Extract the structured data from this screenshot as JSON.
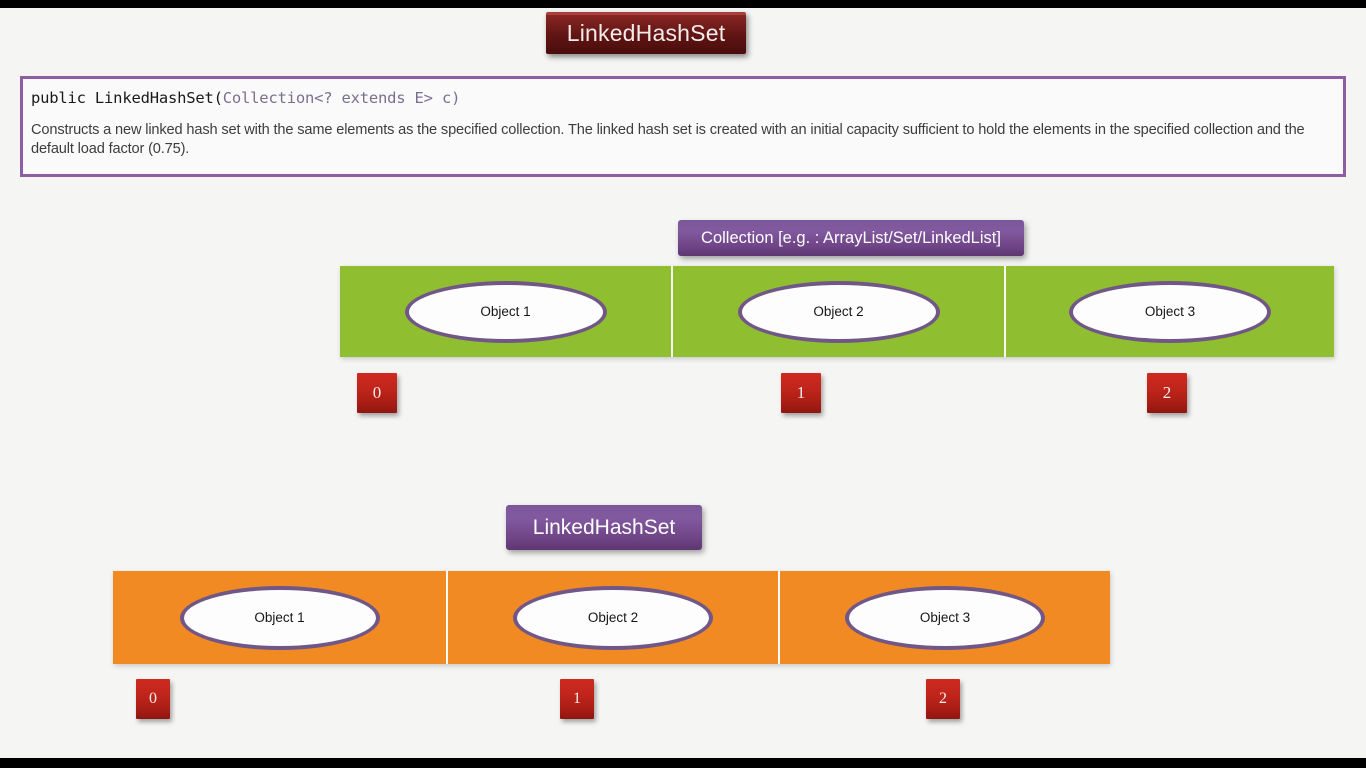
{
  "slide": {
    "background_color": "#f5f5f4",
    "letterbox_color": "#000000"
  },
  "title": {
    "label": "LinkedHashSet",
    "badge_color": "#5e1412",
    "text_color": "#f2eceb"
  },
  "code_box": {
    "border_color": "#8e5ea2",
    "signature_prefix": "public LinkedHashSet(",
    "signature_generic": "Collection<? extends E> c)",
    "signature_full": "public LinkedHashSet(Collection<? extends E> c)",
    "generic_color": "#7b6f8f",
    "description": "Constructs a new linked hash set with the same elements as the specified collection. The linked hash set is created with an initial capacity sufficient to hold the elements in the specified collection and the default load factor (0.75)."
  },
  "collection_section": {
    "label": "Collection [e.g. : ArrayList/Set/LinkedList]",
    "badge_color": "#7b5897",
    "strip_color": "#8fbe30",
    "oval_border_color": "#715787",
    "cells": [
      {
        "object_label": "Object 1",
        "index": "0"
      },
      {
        "object_label": "Object 2",
        "index": "1"
      },
      {
        "object_label": "Object 3",
        "index": "2"
      }
    ]
  },
  "linkedhashset_section": {
    "label": "LinkedHashSet",
    "badge_color": "#7b5897",
    "strip_color": "#f18a23",
    "oval_border_color": "#715787",
    "cells": [
      {
        "object_label": "Object 1",
        "index": "0"
      },
      {
        "object_label": "Object 2",
        "index": "1"
      },
      {
        "object_label": "Object 3",
        "index": "2"
      }
    ]
  },
  "index_badge": {
    "color_top": "#cf2a1f",
    "color_bottom": "#8e1610",
    "text_color": "#f6efee"
  }
}
